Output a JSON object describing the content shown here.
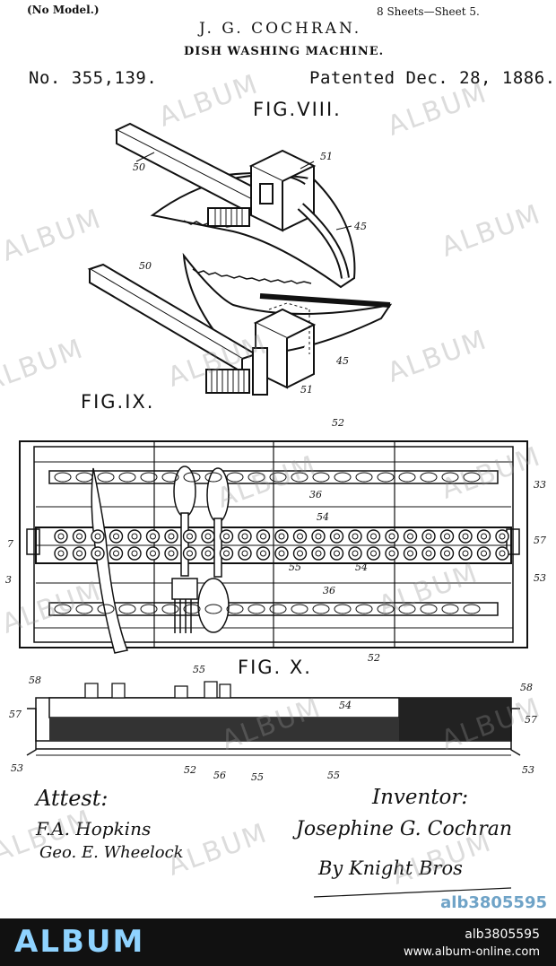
{
  "header": {
    "model_note": "(No Model.)",
    "inventor_name": "J. G. COCHRAN.",
    "sheets": "8 Sheets—Sheet 5.",
    "title": "DISH WASHING MACHINE.",
    "patent_number": "No. 355,139.",
    "patent_date": "Patented Dec. 28, 1886."
  },
  "figures": {
    "fig8": "FIG.VIII.",
    "fig9": "FIG.IX.",
    "fig10": "FIG. X."
  },
  "refs": {
    "r50a": "50",
    "r51a": "51",
    "r45a": "45",
    "r50b": "50",
    "r45b": "45",
    "r51b": "51",
    "r52a": "52",
    "r36a": "36",
    "r33": "33",
    "r54a": "54",
    "r57a": "57",
    "r7": "7",
    "r55a": "55",
    "r34": "54",
    "r53a": "53",
    "r3": "3",
    "r36b": "36",
    "r52b": "52",
    "r55b": "55",
    "r58a": "58",
    "r54b": "54",
    "r58b": "58",
    "r57b": "57",
    "r57c": "57",
    "r53b": "53",
    "r52c": "52",
    "r56": "56",
    "r55c": "55",
    "r55d": "55",
    "r53c": "53"
  },
  "signatures": {
    "attest_label": "Attest:",
    "witness1": "F.A. Hopkins",
    "witness2": "Geo. E. Wheelock",
    "inventor_label": "Inventor:",
    "inventor_sig": "Josephine G. Cochran",
    "by_attorney": "By Knight Bros"
  },
  "watermark": {
    "text": "ALBUM",
    "corner_id": "alb3805595"
  },
  "footer": {
    "logo": "ALBUM",
    "image_id": "alb3805595",
    "url": "www.album-online.com"
  },
  "colors": {
    "ink": "#111111",
    "footer_bg": "#111111",
    "logo": "#8fd3ff"
  }
}
